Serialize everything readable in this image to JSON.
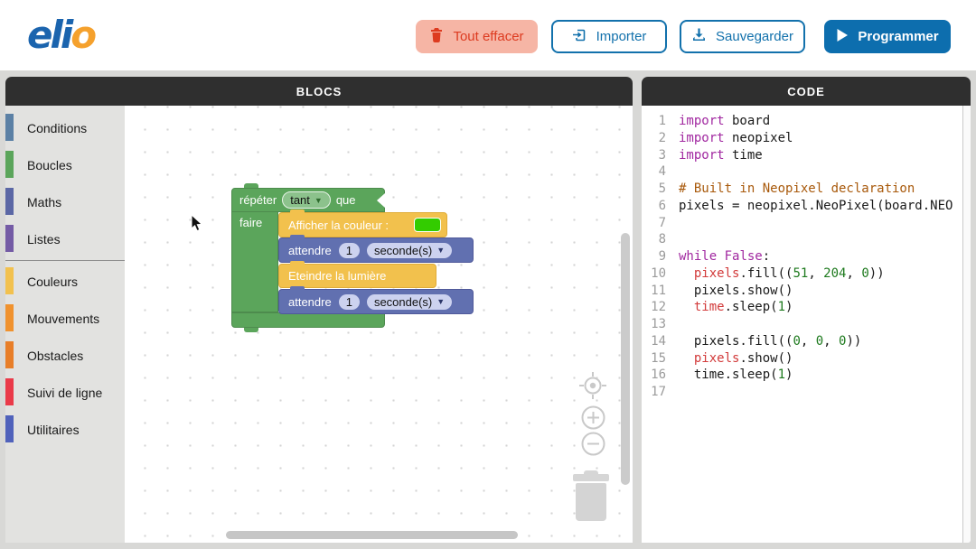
{
  "header": {
    "logo": {
      "blue": "eli",
      "orange": "o"
    },
    "buttons": {
      "clear": "Tout effacer",
      "import": "Importer",
      "save": "Sauvegarder",
      "program": "Programmer"
    }
  },
  "blocs": {
    "title": "BLOCS",
    "toolbox_groups": [
      {
        "items": [
          {
            "label": "Conditions",
            "color": "#5b80a5"
          },
          {
            "label": "Boucles",
            "color": "#5ba55b"
          },
          {
            "label": "Maths",
            "color": "#5b67a5"
          },
          {
            "label": "Listes",
            "color": "#745ba5"
          }
        ]
      },
      {
        "items": [
          {
            "label": "Couleurs",
            "color": "#f2c14e"
          },
          {
            "label": "Mouvements",
            "color": "#f0922e"
          },
          {
            "label": "Obstacles",
            "color": "#e87e28"
          },
          {
            "label": "Suivi de ligne",
            "color": "#ea3a49"
          },
          {
            "label": "Utilitaires",
            "color": "#5062bb"
          }
        ]
      }
    ],
    "workspace": {
      "repeat_label": "répéter",
      "repeat_mode": "tant",
      "repeat_suffix": "que",
      "do_label": "faire",
      "show_color_label": "Afficher la couleur :",
      "color_value": "#33cc00",
      "wait_label": "attendre",
      "wait_value": "1",
      "wait_unit": "seconde(s)",
      "off_label": "Eteindre la lumière"
    }
  },
  "code": {
    "title": "CODE",
    "lines": [
      {
        "n": "1",
        "tok": [
          [
            "import",
            "kw"
          ],
          [
            " board",
            ""
          ]
        ]
      },
      {
        "n": "2",
        "tok": [
          [
            "import",
            "kw"
          ],
          [
            " neopixel",
            ""
          ]
        ]
      },
      {
        "n": "3",
        "tok": [
          [
            "import",
            "kw"
          ],
          [
            " time",
            ""
          ]
        ]
      },
      {
        "n": "4",
        "tok": []
      },
      {
        "n": "5",
        "tok": [
          [
            "# Built in Neopixel declaration",
            "com"
          ]
        ]
      },
      {
        "n": "6",
        "tok": [
          [
            "pixels = neopixel.NeoPixel(board.NEO",
            ""
          ]
        ]
      },
      {
        "n": "7",
        "tok": []
      },
      {
        "n": "8",
        "tok": []
      },
      {
        "n": "9",
        "tok": [
          [
            "while",
            "kw"
          ],
          [
            " ",
            ""
          ],
          [
            "False",
            "kw"
          ],
          [
            ":",
            ""
          ]
        ]
      },
      {
        "n": "10",
        "tok": [
          [
            "  ",
            ""
          ],
          [
            "pixels",
            "red"
          ],
          [
            ".fill((",
            ""
          ],
          [
            "51",
            "num"
          ],
          [
            ", ",
            ""
          ],
          [
            "204",
            "num"
          ],
          [
            ", ",
            ""
          ],
          [
            "0",
            "num"
          ],
          [
            "))",
            ""
          ]
        ]
      },
      {
        "n": "11",
        "tok": [
          [
            "  pixels.show()",
            ""
          ]
        ]
      },
      {
        "n": "12",
        "tok": [
          [
            "  ",
            ""
          ],
          [
            "time",
            "red"
          ],
          [
            ".sleep(",
            ""
          ],
          [
            "1",
            "num"
          ],
          [
            ")",
            ""
          ]
        ]
      },
      {
        "n": "13",
        "tok": []
      },
      {
        "n": "14",
        "tok": [
          [
            "  pixels.fill((",
            ""
          ],
          [
            "0",
            "num"
          ],
          [
            ", ",
            ""
          ],
          [
            "0",
            "num"
          ],
          [
            ", ",
            ""
          ],
          [
            "0",
            "num"
          ],
          [
            "))",
            ""
          ]
        ]
      },
      {
        "n": "15",
        "tok": [
          [
            "  ",
            ""
          ],
          [
            "pixels",
            "red"
          ],
          [
            ".show()",
            ""
          ]
        ]
      },
      {
        "n": "16",
        "tok": [
          [
            "  time.sleep(",
            ""
          ],
          [
            "1",
            "num"
          ],
          [
            ")",
            ""
          ]
        ]
      },
      {
        "n": "17",
        "tok": []
      }
    ]
  }
}
